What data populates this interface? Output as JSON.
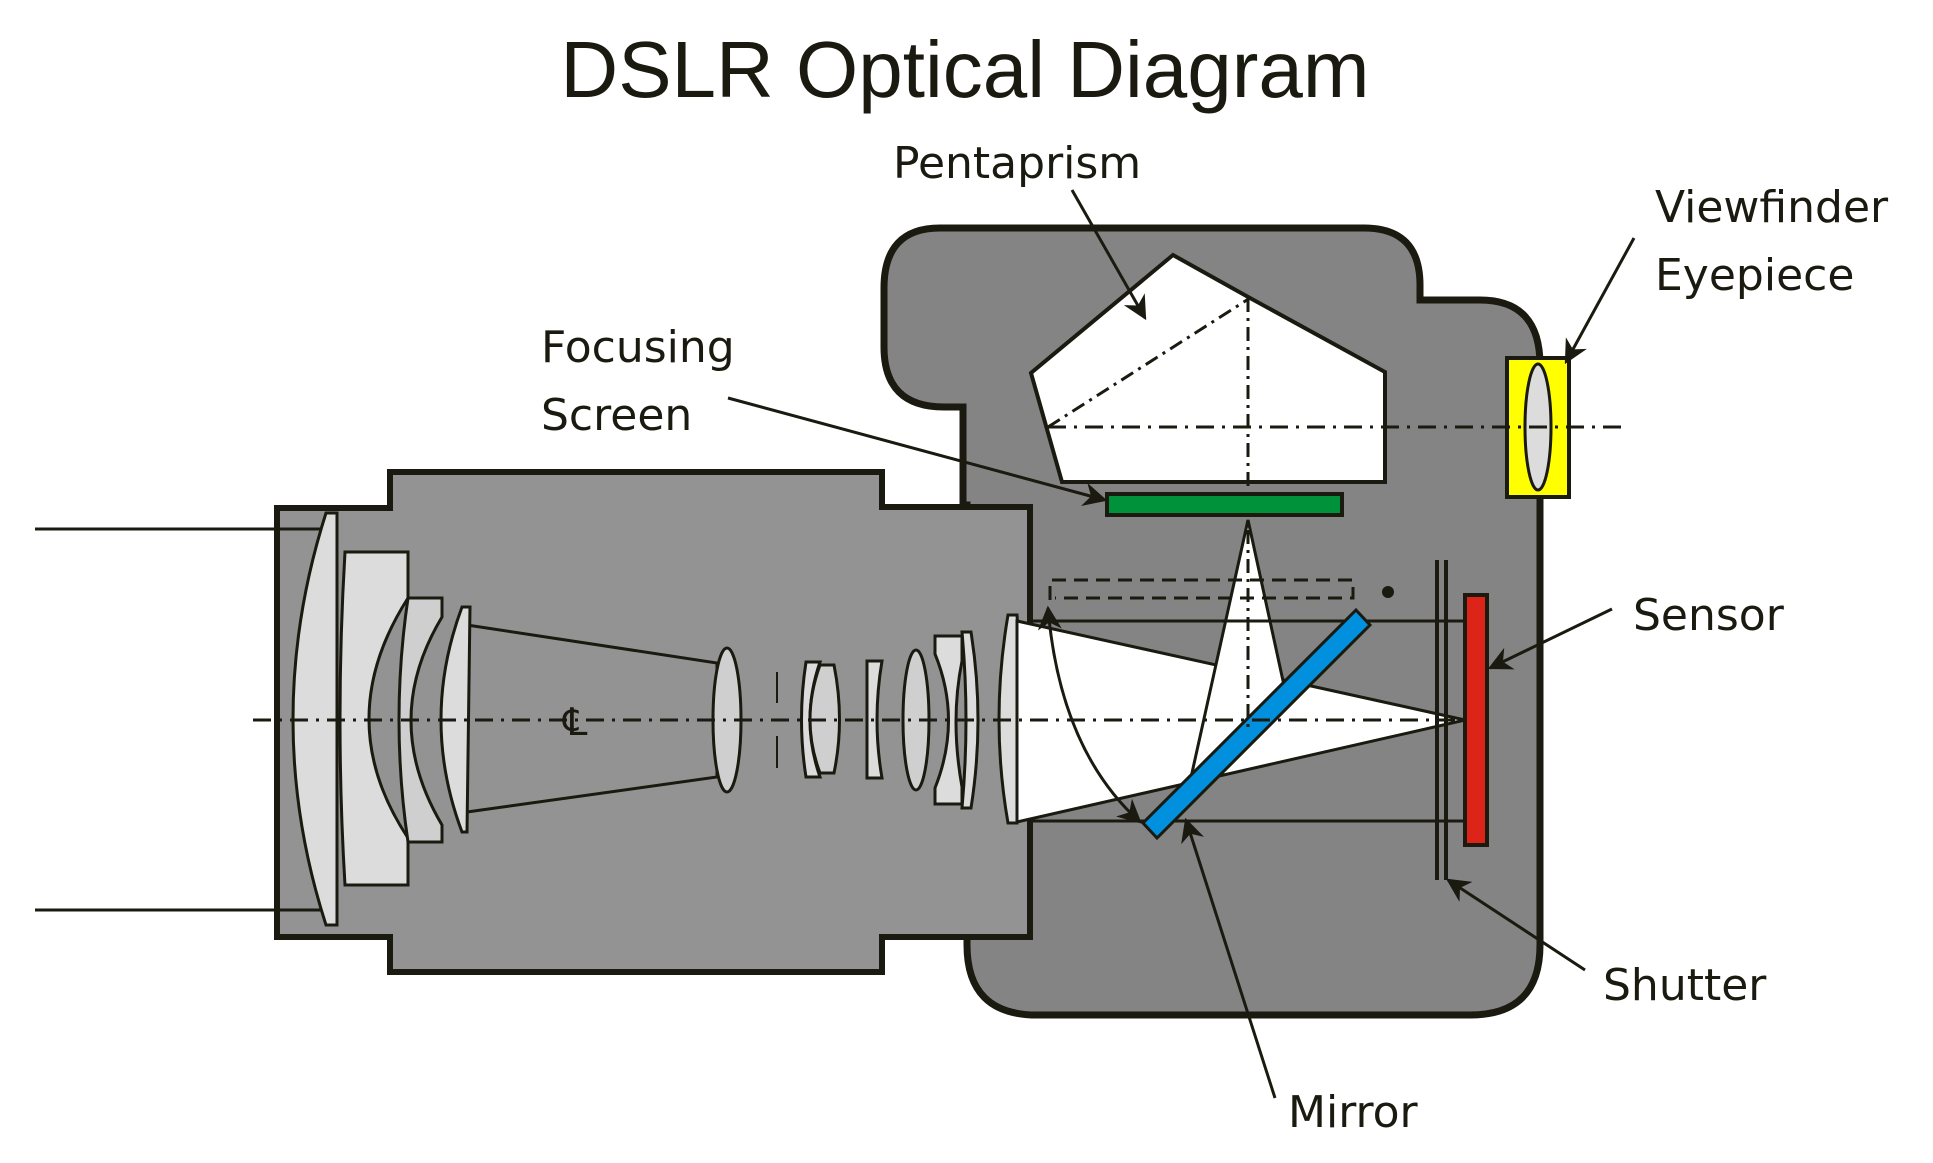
{
  "title": "DSLR Optical Diagram",
  "labels": {
    "pentaprism": "Pentaprism",
    "focusing_screen_line1": "Focusing",
    "focusing_screen_line2": "Screen",
    "viewfinder_line1": "Viewfinder",
    "viewfinder_line2": "Eyepiece",
    "sensor": "Sensor",
    "shutter": "Shutter",
    "mirror": "Mirror",
    "centerline_symbol": "℄"
  },
  "colors": {
    "body": "#848484",
    "lens_barrel": "#939393",
    "glass": "#dcdcdc",
    "outline": "#1a1a10",
    "focusing_screen": "#00923a",
    "mirror": "#0090dd",
    "sensor": "#dc2418",
    "eyepiece": "#ffff00",
    "light": "#ffffff"
  }
}
